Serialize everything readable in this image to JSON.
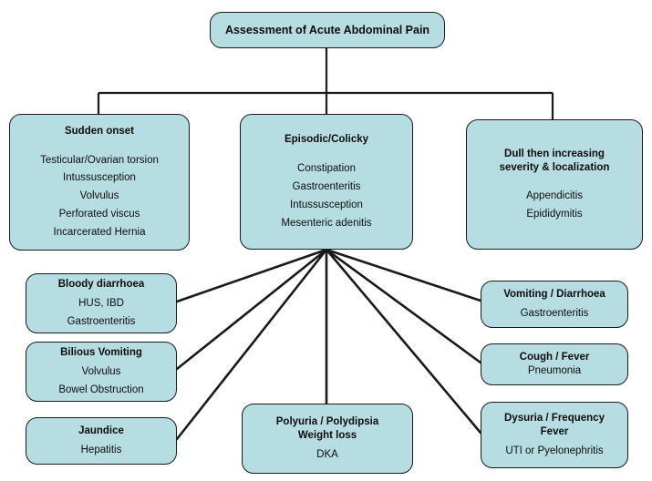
{
  "diagram": {
    "title": "Assessment of Acute Abdominal Pain",
    "root": {
      "label": "Assessment of Acute Abdominal Pain"
    },
    "branches": [
      {
        "header": "Sudden onset",
        "items": [
          "Testicular/Ovarian torsion",
          "Intussusception",
          "Volvulus",
          "Perforated viscus",
          "Incarcerated Hernia"
        ]
      },
      {
        "header": "Episodic/Colicky",
        "items": [
          "Constipation",
          "Gastroenteritis",
          "Intussusception",
          "Mesenteric adenitis"
        ]
      },
      {
        "header": "Dull then increasing\nseverity & localization",
        "items": [
          "Appendicitis",
          "Epididymitis"
        ]
      }
    ],
    "leaves": [
      {
        "header": "Bloody diarrhoea",
        "items": [
          "HUS, IBD",
          "Gastroenteritis"
        ]
      },
      {
        "header": "Bilious Vomiting",
        "items": [
          "Volvulus",
          "Bowel Obstruction"
        ]
      },
      {
        "header": "Jaundice",
        "items": [
          "Hepatitis"
        ]
      },
      {
        "header": "Polyuria / Polydipsia\nWeight loss",
        "items": [
          "DKA"
        ]
      },
      {
        "header": "Vomiting / Diarrhoea",
        "items": [
          "Gastroenteritis"
        ]
      },
      {
        "header": "Cough / Fever",
        "items": [
          "Pneumonia"
        ]
      },
      {
        "header": "Dysuria / Frequency\nFever",
        "items": [
          "UTI or Pyelonephritis"
        ]
      }
    ],
    "colors": {
      "node_fill": "#b6dde2",
      "node_border": "#1a1a1a",
      "connector": "#1a1a1a",
      "background": "#ffffff",
      "text": "#0d0d0d"
    }
  }
}
